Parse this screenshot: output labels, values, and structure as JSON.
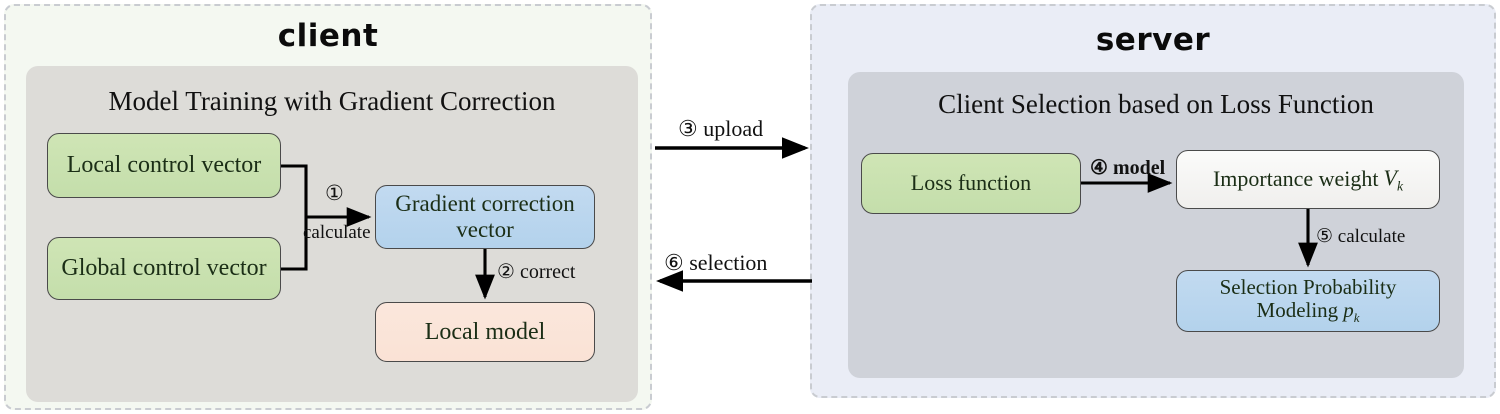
{
  "diagram": {
    "panels": {
      "client": {
        "title": "client",
        "inner_title": "Model Training with Gradient Correction",
        "bg": "#f4f8f1",
        "inner_bg": "#dddcd8"
      },
      "server": {
        "title": "server",
        "inner_title": "Client Selection based on Loss Function",
        "bg": "#eaedf6",
        "inner_bg": "#cfd2d9"
      }
    },
    "nodes": {
      "local_control_vector": {
        "label": "Local control vector",
        "color": "#c9e2b0"
      },
      "global_control_vector": {
        "label": "Global control vector",
        "color": "#c9e2b0"
      },
      "gradient_correction_vector": {
        "label": "Gradient correction vector",
        "color": "#bcd7ef"
      },
      "local_model": {
        "label": "Local model",
        "color": "#fae4d7"
      },
      "loss_function": {
        "label": "Loss function",
        "color": "#c9e2b0"
      },
      "importance_weight": {
        "label": "Importance weight",
        "symbol": "V",
        "subscript": "k",
        "color": "#f6f5f3"
      },
      "selection_probability": {
        "label_line1": "Selection Probability",
        "label_line2": "Modeling",
        "symbol": "p",
        "subscript": "k",
        "color": "#bcd7ef"
      }
    },
    "edges": {
      "calculate": {
        "number": "①",
        "text": "calculate"
      },
      "correct": {
        "number": "②",
        "text": "correct"
      },
      "upload": {
        "number": "③",
        "text": "upload"
      },
      "model": {
        "number": "④",
        "text": "model"
      },
      "calculate5": {
        "number": "⑤",
        "text": "calculate"
      },
      "selection": {
        "number": "⑥",
        "text": "selection"
      }
    },
    "colors": {
      "arrow": "#000000",
      "panel_border_dash": "#c9ccd1",
      "node_border": "#4a4a4a",
      "text": "#1b2e16"
    }
  }
}
